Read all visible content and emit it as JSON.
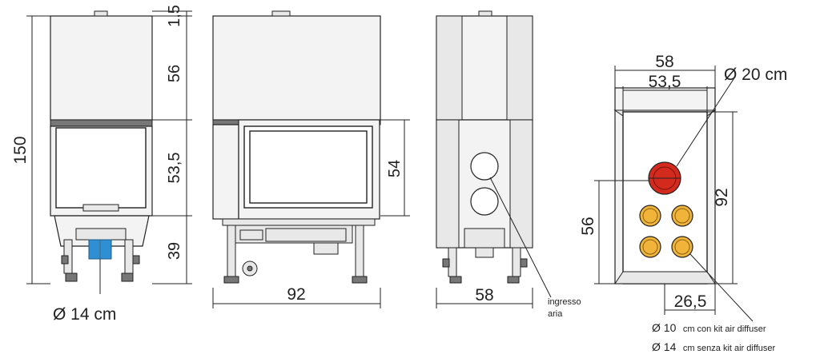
{
  "front_view": {
    "total_height": "150",
    "top_gap": "1,5",
    "upper_height": "56",
    "glass_height": "53,5",
    "base_height": "39",
    "bottom_outlet": "Ø 14 cm"
  },
  "side_view": {
    "width": "92",
    "glass_height": "54"
  },
  "rear_view": {
    "width": "58",
    "air_inlet": "ingresso\naria",
    "air_inlet_line1": "ingresso",
    "air_inlet_line2": "aria"
  },
  "top_view": {
    "outer_width": "58",
    "inner_width": "53,5",
    "depth": "92",
    "outlet_depth": "56",
    "outlet_spacing": "26,5",
    "main_outlet": "Ø 20 cm",
    "note_10_symbol": "Ø 10",
    "note_10_text": "cm con kit air diffuser",
    "note_14_symbol": "Ø 14",
    "note_14_text": "cm senza kit air diffuser"
  },
  "colors": {
    "main_outlet": "#d42a1e",
    "secondary_outlets": "#f0b43a",
    "bottom_connector": "#2f8fd3",
    "line": "#222222"
  }
}
